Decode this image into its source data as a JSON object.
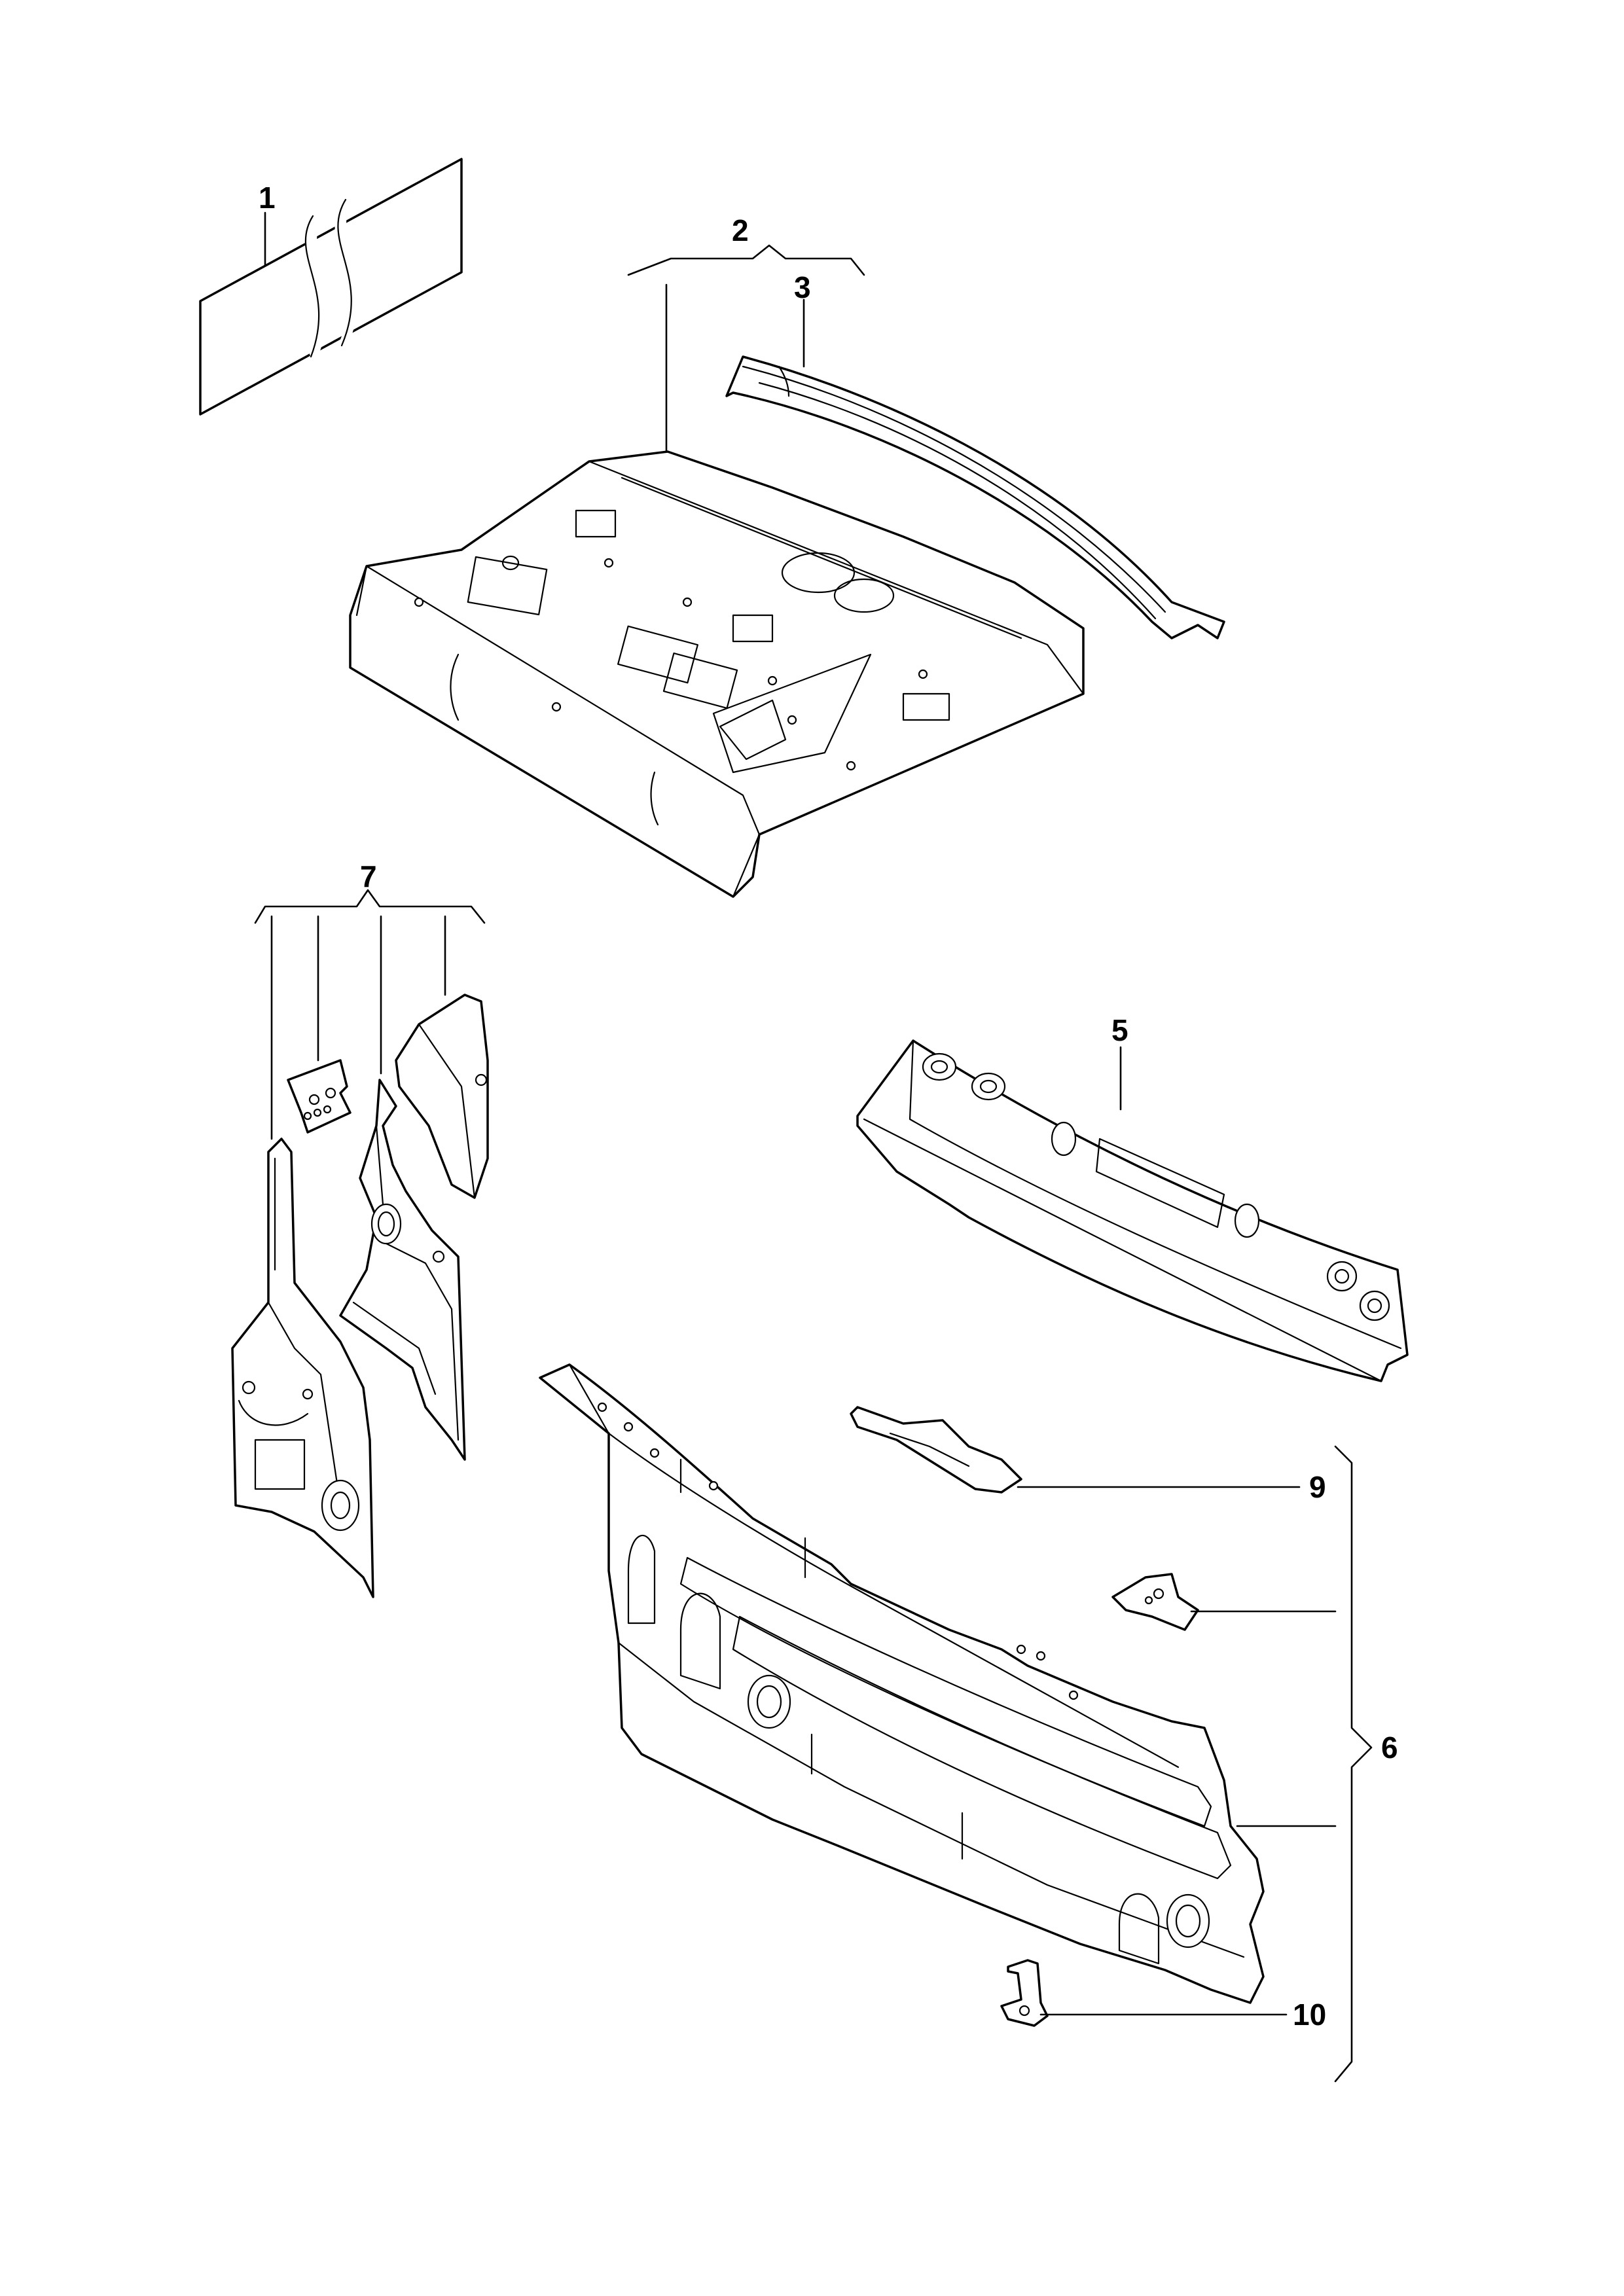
{
  "callouts": {
    "c1": "1",
    "c2": "2",
    "c3": "3",
    "c5": "5",
    "c6": "6",
    "c7": "7",
    "c9": "9",
    "c10": "10"
  },
  "colors": {
    "line": "#000000",
    "background": "#ffffff"
  }
}
